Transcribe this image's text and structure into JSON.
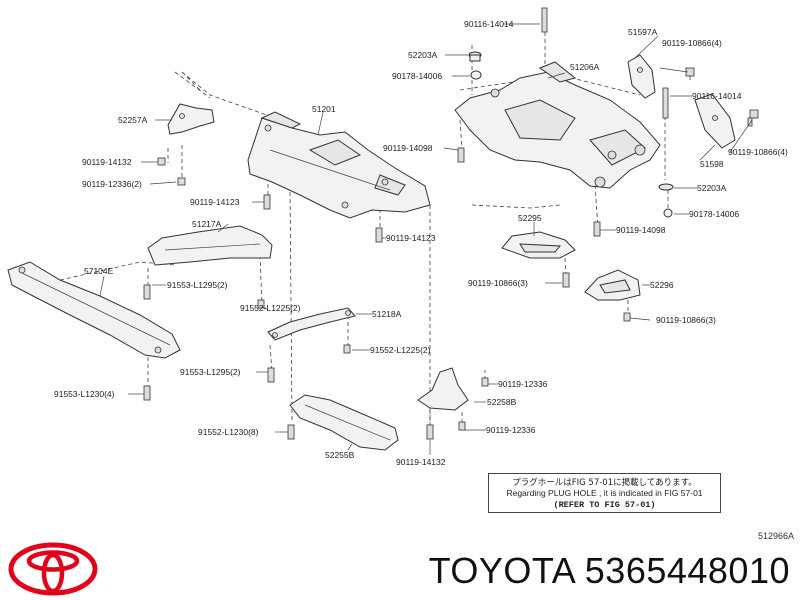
{
  "labels": {
    "p90116_14014_top": "90116-14014",
    "p52203A_top": "52203A",
    "p90178_14006_top": "90178-14006",
    "p51597A": "51597A",
    "p90119_10866_4_top": "90119-10866(4)",
    "p51206A": "51206A",
    "p90116_14014_right": "90116-14014",
    "p52257A": "52257A",
    "p51201": "51201",
    "p90119_14132_left": "90119-14132",
    "p90119_12336_2": "90119-12336(2)",
    "p90119_14098_mid": "90119-14098",
    "p90119_10866_4_right": "90119-10866(4)",
    "p51598": "51598",
    "p52203A_right": "52203A",
    "p90119_14123_a": "90119-14123",
    "p90178_14006_right": "90178-14006",
    "p51217A": "51217A",
    "p52295": "52295",
    "p90119_14098_right": "90119-14098",
    "p90119_14123_b": "90119-14123",
    "p57104E": "57104E",
    "p91553_L1295_2_a": "91553-L1295(2)",
    "p90119_10866_3_a": "90119-10866(3)",
    "p52296": "52296",
    "p91552_L1225_2_a": "91552-L1225(2)",
    "p51218A": "51218A",
    "p90119_10866_3_b": "90119-10866(3)",
    "p91552_L1225_2_b": "91552-L1225(2)",
    "p91553_L1295_2_b": "91553-L1295(2)",
    "p90119_12336_a": "90119-12336",
    "p91553_L1230_4": "91553-L1230(4)",
    "p52258B": "52258B",
    "p91552_L1230_8": "91552-L1230(8)",
    "p90119_12336_b": "90119-12336",
    "p52255B": "52255B",
    "p90119_14132_bottom": "90119-14132"
  },
  "note": {
    "jp": "プラグホールはFIG 57-01に掲載してあります。",
    "en": "Regarding  PLUG  HOLE ,  it is indicated in  FIG  57-01",
    "ref": "(REFER TO FIG 57-01)"
  },
  "diagram_code": "512966A",
  "brand": {
    "title": "TOYOTA 5365448010",
    "logo_color": "#e3001b",
    "logo_icon": "toyota-logo-icon"
  }
}
